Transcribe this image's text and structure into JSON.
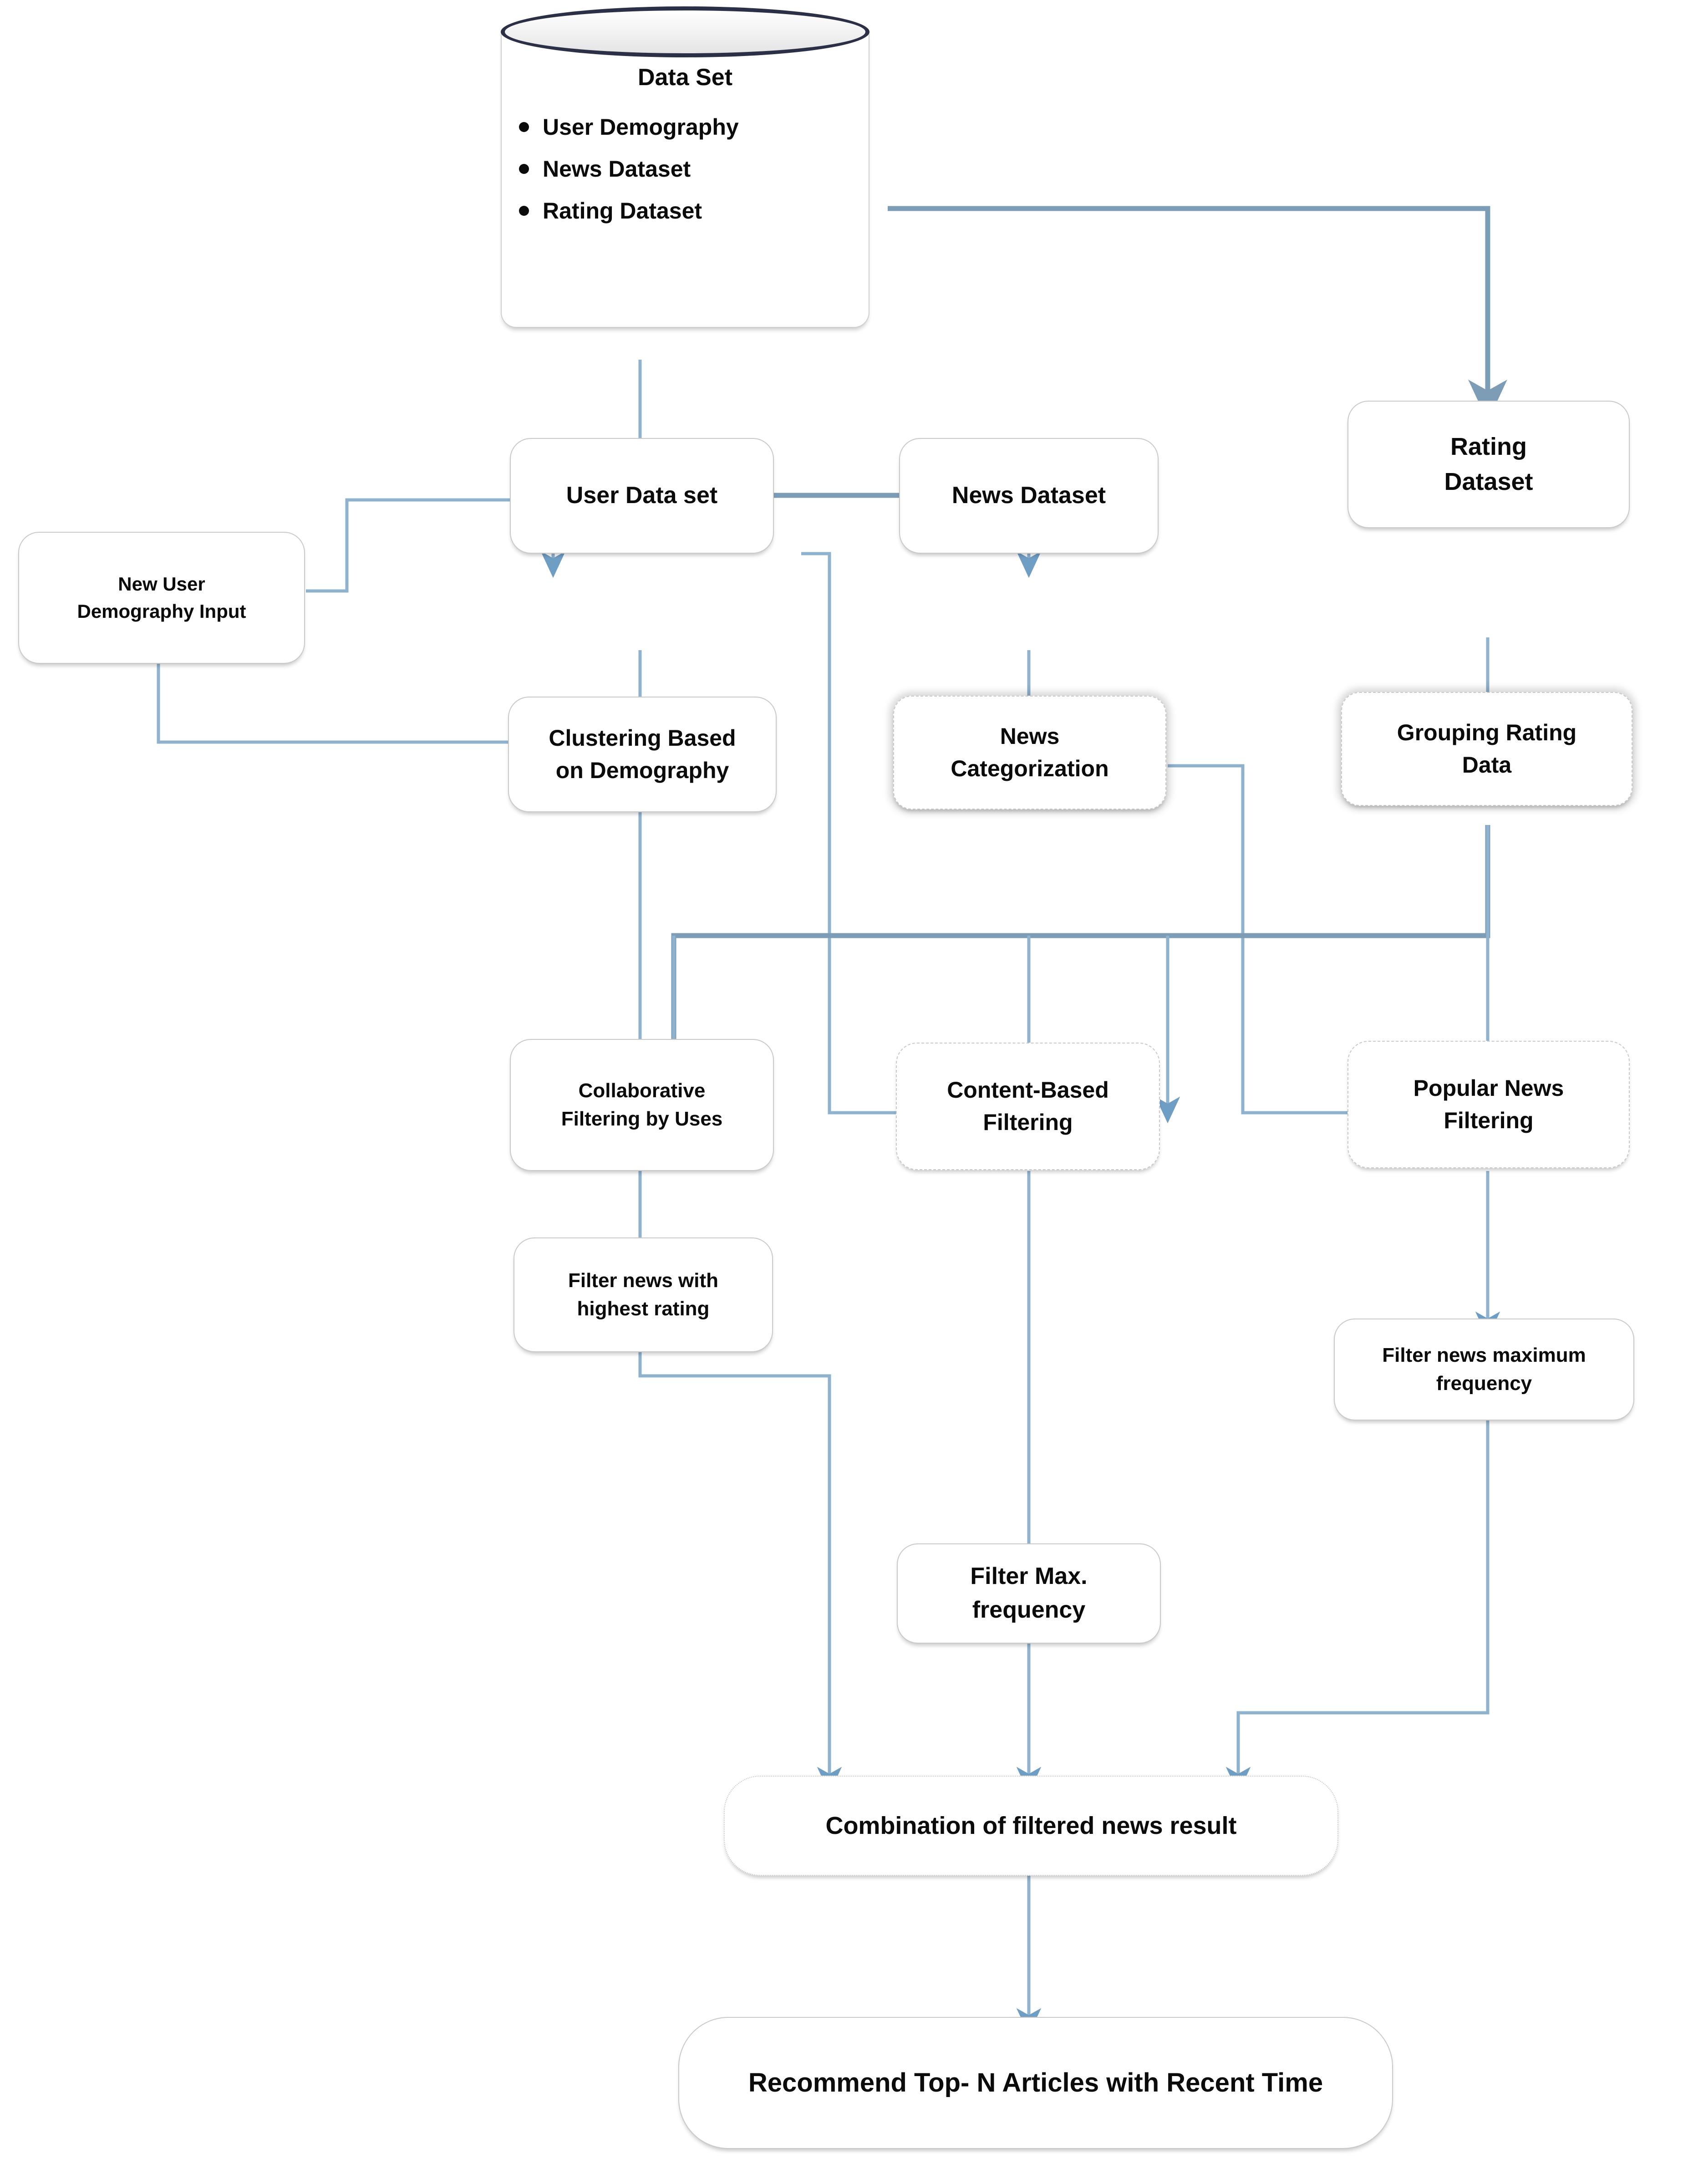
{
  "diagram": {
    "title": "News recommendation system flowchart",
    "accent_line_color": "#8fb2cf",
    "node_border_color": "#c9c9c9",
    "text_color": "#0b0b0b"
  },
  "datastore": {
    "title": "Data Set",
    "items": [
      "User Demography",
      "News Dataset",
      "Rating Dataset"
    ]
  },
  "nodes": {
    "user_dataset": "User Data set",
    "news_dataset": "News Dataset",
    "rating_dataset": "Rating\nDataset",
    "new_user_input": "New User\nDemography Input",
    "clustering": "Clustering Based\non Demography",
    "news_categorization": "News\nCategorization",
    "grouping_rating": "Grouping Rating\nData",
    "collaborative_filtering": "Collaborative\nFiltering  by Uses",
    "content_based_filtering": "Content-Based\nFiltering",
    "popular_news_filtering": "Popular News\nFiltering",
    "filter_highest_rating": "Filter news with\nhighest rating",
    "filter_news_max_frequency": "Filter news maximum\nfrequency",
    "filter_max_frequency": "Filter Max.\nfrequency",
    "combination": "Combination of filtered news result",
    "recommend": "Recommend Top- N Articles with  Recent Time"
  }
}
